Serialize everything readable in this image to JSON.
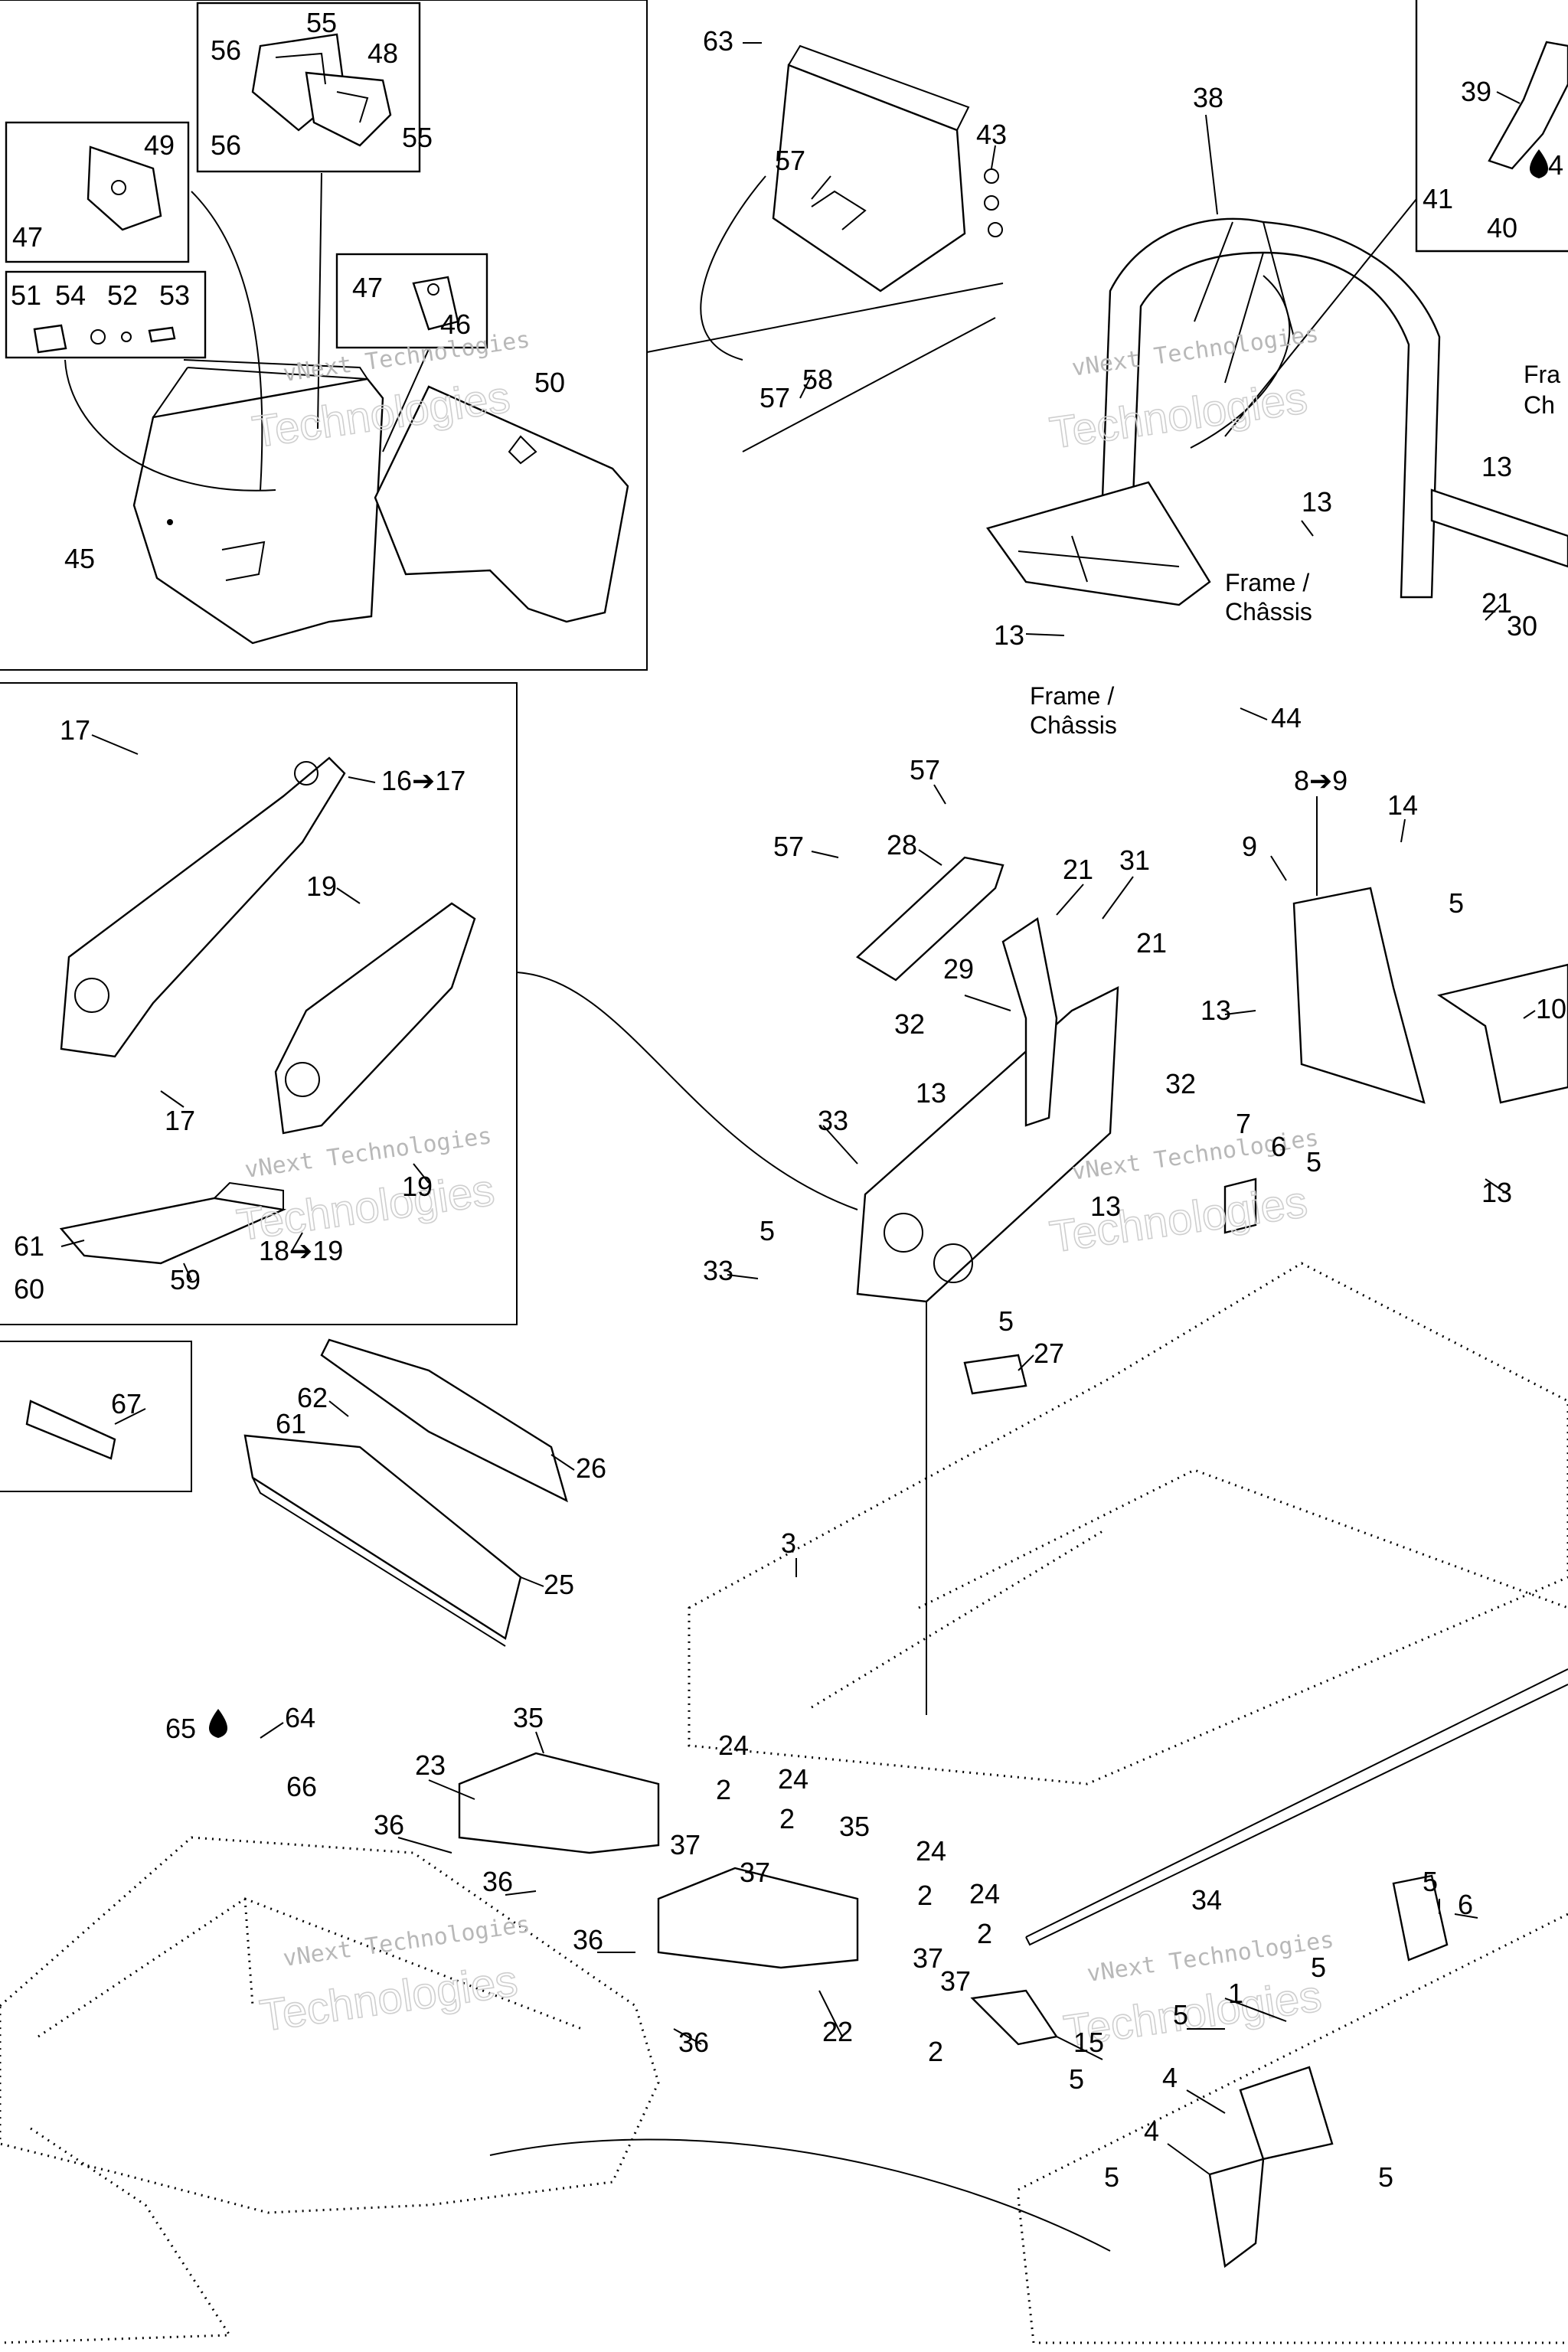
{
  "watermark": {
    "line1": "vNext Technologies",
    "line2": "Technologies"
  },
  "frame_label": "Frame /",
  "frame_label_fr": "Châssis",
  "frame_label_partial": "Fra",
  "frame_label_partial_fr": "Ch",
  "callouts": {
    "c1": "1",
    "c2": "2",
    "c3": "3",
    "c4": "4",
    "c5": "5",
    "c6": "6",
    "c7": "7",
    "c8_9": "8➔9",
    "c9": "9",
    "c10": "10",
    "c13": "13",
    "c14": "14",
    "c15": "15",
    "c16_17": "16➔17",
    "c17": "17",
    "c18_19": "18➔19",
    "c19": "19",
    "c21": "21",
    "c22": "22",
    "c23": "23",
    "c24": "24",
    "c25": "25",
    "c26": "26",
    "c27": "27",
    "c28": "28",
    "c29": "29",
    "c30": "30",
    "c31": "31",
    "c32": "32",
    "c33": "33",
    "c34": "34",
    "c35": "35",
    "c36": "36",
    "c37": "37",
    "c38": "38",
    "c39": "39",
    "c40": "40",
    "c41": "41",
    "c43": "43",
    "c44": "44",
    "c45": "45",
    "c46": "46",
    "c47": "47",
    "c48": "48",
    "c49": "49",
    "c50": "50",
    "c51": "51",
    "c52": "52",
    "c53": "53",
    "c54": "54",
    "c55": "55",
    "c56": "56",
    "c57": "57",
    "c58": "58",
    "c59": "59",
    "c60": "60",
    "c61": "61",
    "c62": "62",
    "c63": "63",
    "c64": "64",
    "c65": "65",
    "c66": "66",
    "c67": "67",
    "c4_partial": "4"
  },
  "icons": {
    "drop": "liquid-drop-icon"
  }
}
